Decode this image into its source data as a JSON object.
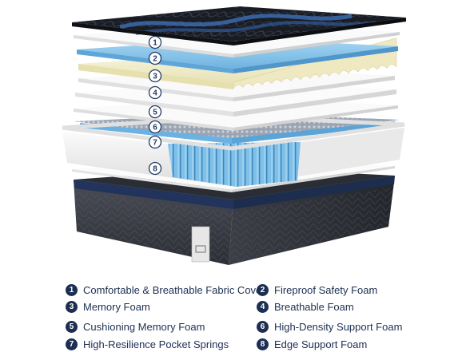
{
  "figure": {
    "subject": "mattress-layer-breakdown",
    "logo_tag_present": true
  },
  "callouts": [
    {
      "number": "1"
    },
    {
      "number": "2"
    },
    {
      "number": "3"
    },
    {
      "number": "4"
    },
    {
      "number": "5"
    },
    {
      "number": "6"
    },
    {
      "number": "7"
    },
    {
      "number": "8"
    }
  ],
  "legend": [
    {
      "number": "1",
      "label": "Comfortable & Breathable Fabric Cover"
    },
    {
      "number": "2",
      "label": "Fireproof Safety Foam"
    },
    {
      "number": "3",
      "label": "Memory Foam"
    },
    {
      "number": "4",
      "label": "Breathable Foam"
    },
    {
      "number": "5",
      "label": "Cushioning Memory Foam"
    },
    {
      "number": "6",
      "label": "High-Density Support Foam"
    },
    {
      "number": "7",
      "label": "High-Resilience Pocket Springs"
    },
    {
      "number": "8",
      "label": "Edge Support Foam"
    }
  ],
  "colors": {
    "legend_text": "#1c2f52",
    "badge_fill": "#1c2f52",
    "callout_stroke": "#243b63",
    "cover_dark": "#1a1d24",
    "cover_accent": "#3d6fb5",
    "gel_foam": "#8ec6ec",
    "memory_foam": "#f3efcf",
    "white_foam": "#f7f7f7",
    "springs": "#7fc0e8",
    "base_dark": "#3a3d45"
  }
}
